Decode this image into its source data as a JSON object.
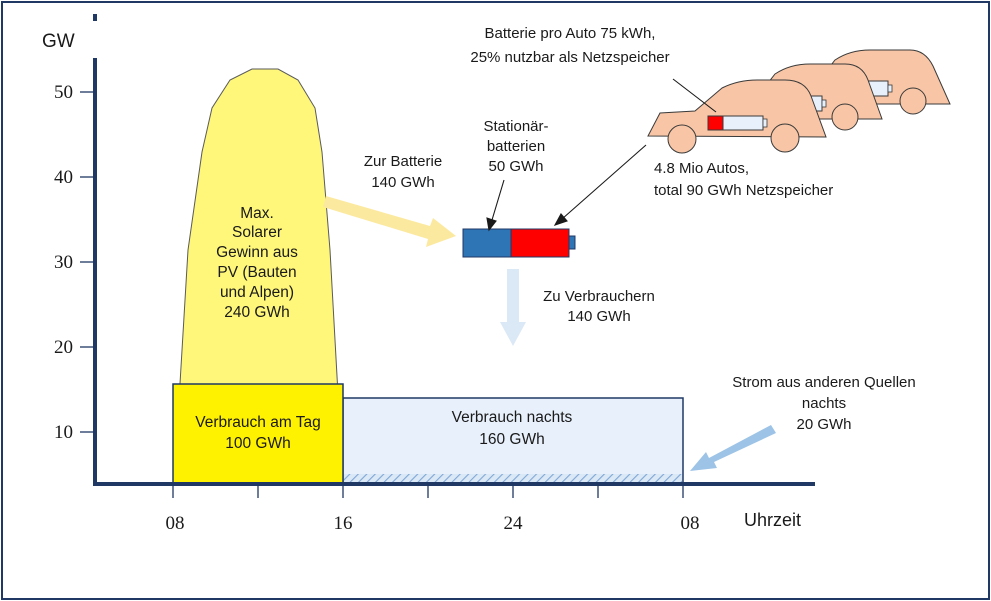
{
  "colors": {
    "frame": "#1f3864",
    "axis": "#1f3864",
    "solar_fill": "#fff77a",
    "solar_stroke": "#5a5a5a",
    "day_fill": "#fff200",
    "night_fill": "#e8f0fb",
    "night_stroke": "#1f3864",
    "battery_blue": "#2e75b6",
    "battery_red": "#ff0000",
    "car_fill": "#f8c6a6",
    "arrow_yellow": "#fce9a0",
    "arrow_blue_light": "#dbe8f6",
    "arrow_blue": "#9dc3e6"
  },
  "axes": {
    "y_unit": "GW",
    "y_ticks": [
      "10",
      "20",
      "30",
      "40",
      "50"
    ],
    "x_ticks": [
      "08",
      "16",
      "24",
      "08"
    ],
    "x_label": "Uhrzeit"
  },
  "blocks": {
    "solar": [
      "Max.",
      "Solarer",
      "Gewinn aus",
      "PV (Bauten",
      "und Alpen)",
      "240 GWh"
    ],
    "day": [
      "Verbrauch am Tag",
      "100 GWh"
    ],
    "night": [
      "Verbrauch nachts",
      "160 GWh"
    ]
  },
  "labels": {
    "to_battery": [
      "Zur Batterie",
      "140 GWh"
    ],
    "stationary": [
      "Stationär-",
      "batterien",
      "50 GWh"
    ],
    "to_consumers": [
      "Zu Verbrauchern",
      "140 GWh"
    ],
    "car_battery": [
      "Batterie pro Auto 75 kWh,",
      "25% nutzbar als Netzspeicher"
    ],
    "cars": [
      "4.8 Mio Autos,",
      "total 90 GWh Netzspeicher"
    ],
    "other_sources": [
      "Strom aus anderen Quellen",
      "nachts",
      "20 GWh"
    ]
  }
}
